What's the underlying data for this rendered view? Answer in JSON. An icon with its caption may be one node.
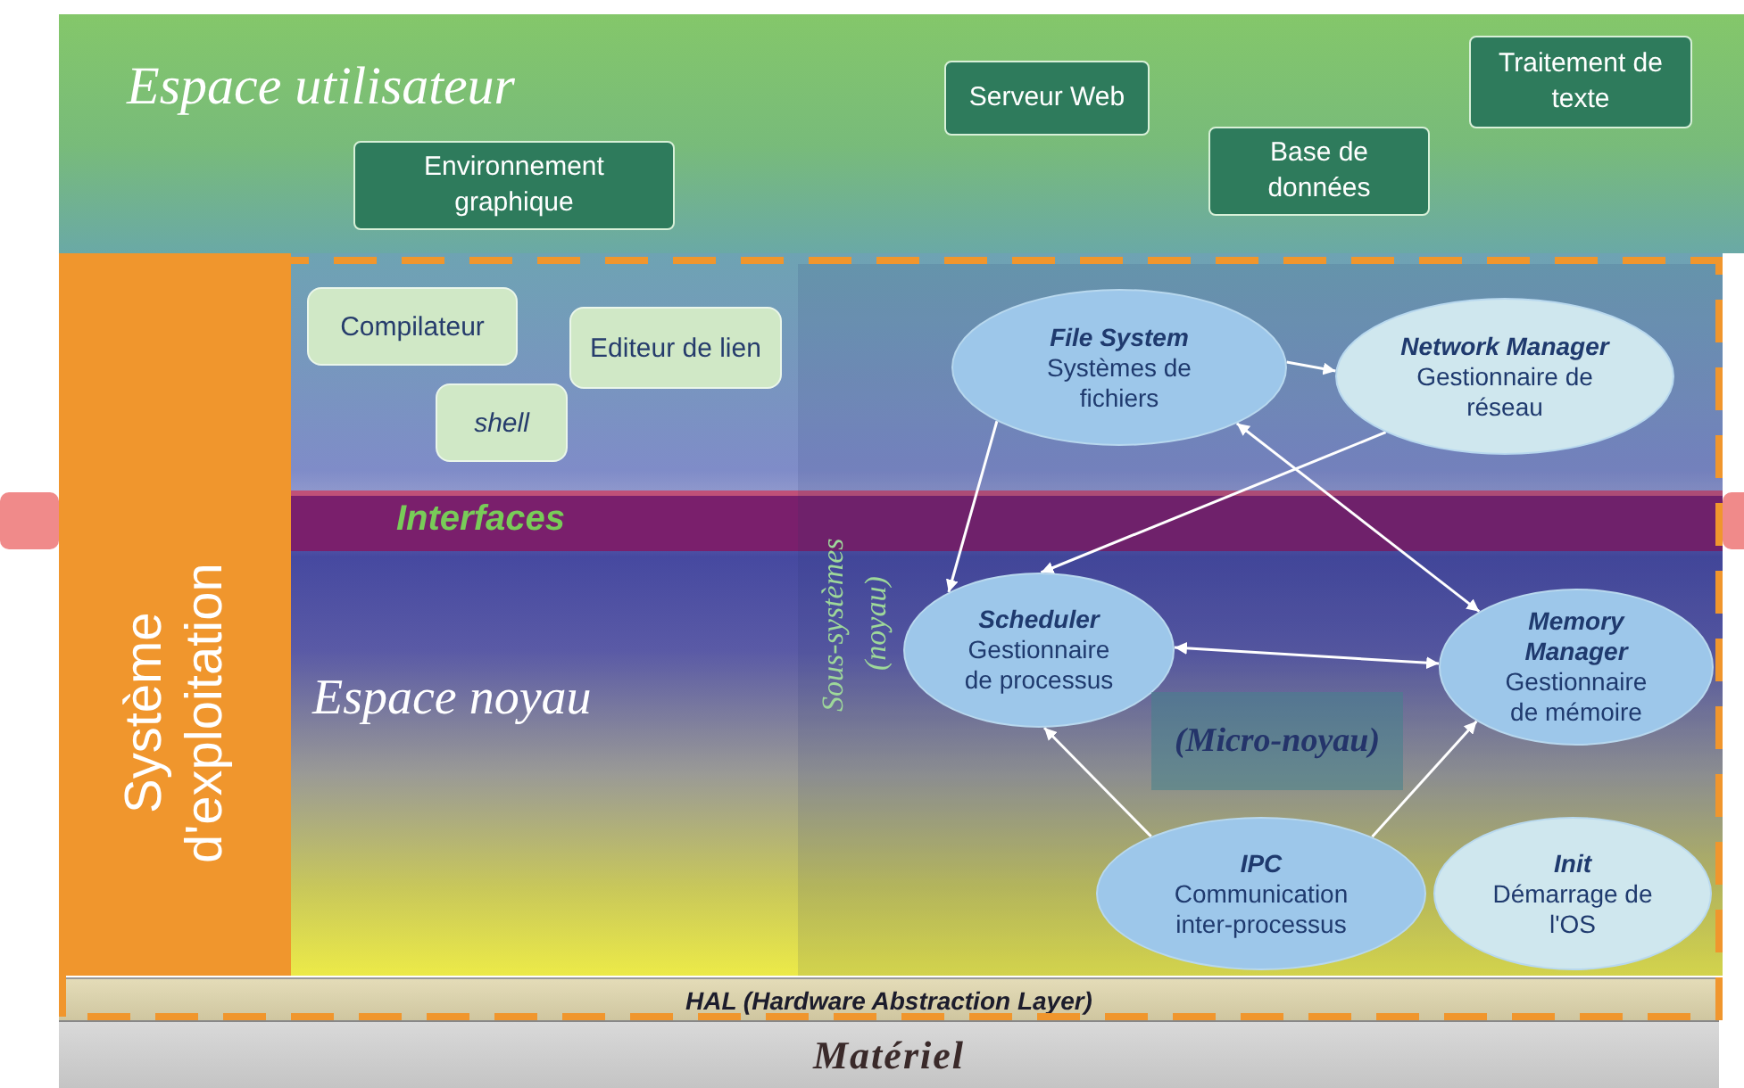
{
  "diagram": {
    "nodes": [
      {
        "text": [
          "Espace utilisateur"
        ]
      },
      {
        "text": [
          "Environnement graphique"
        ],
        "in": 0
      },
      {
        "text": [
          "Serveur Web"
        ],
        "in": 0
      },
      {
        "text": [
          "Base de données"
        ],
        "in": 0
      },
      {
        "text": [
          "Traitement de texte"
        ],
        "in": 0
      },
      {
        "text": [
          "Système d'exploitation"
        ]
      },
      {
        "text": [
          "Compilateur"
        ]
      },
      {
        "text": [
          "Editeur de lien"
        ]
      },
      {
        "text": [
          "shell"
        ]
      },
      {
        "text": [
          "Sous-systèmes (noyau)"
        ]
      },
      {
        "text": [
          "File System",
          "Systèmes de fichiers"
        ],
        "in": 9
      },
      {
        "text": [
          "Network Manager",
          "Gestionnaire de réseau"
        ],
        "in": 9
      },
      {
        "text": [
          "Scheduler",
          "Gestionnaire de processus"
        ],
        "in": 9
      },
      {
        "text": [
          "Memory Manager",
          "Gestionnaire de mémoire"
        ],
        "in": 9
      },
      {
        "text": [
          "(Micro-noyau)"
        ],
        "in": 9
      },
      {
        "text": [
          "IPC",
          "Communication inter-processus"
        ],
        "in": 9
      },
      {
        "text": [
          "Init",
          "Démarrage de l'OS"
        ],
        "in": 9
      },
      {
        "text": [
          "HAL (Hardware Abstraction Layer)"
        ]
      },
      {
        "text": [
          "Matériel"
        ]
      }
    ],
    "edges": [
      {
        "from": 10,
        "to": 11,
        "arrow": "to"
      },
      {
        "from": 10,
        "to": 12,
        "arrow": "to"
      },
      {
        "from": 11,
        "to": 12,
        "arrow": "to"
      },
      {
        "from": 10,
        "to": 13,
        "arrow": "both"
      },
      {
        "from": 12,
        "to": 13,
        "arrow": "both"
      },
      {
        "from": 15,
        "to": 12,
        "arrow": "to"
      },
      {
        "from": 15,
        "to": 13,
        "arrow": "to"
      }
    ],
    "labels": [
      "Interfaces",
      "Espace noyau"
    ]
  }
}
